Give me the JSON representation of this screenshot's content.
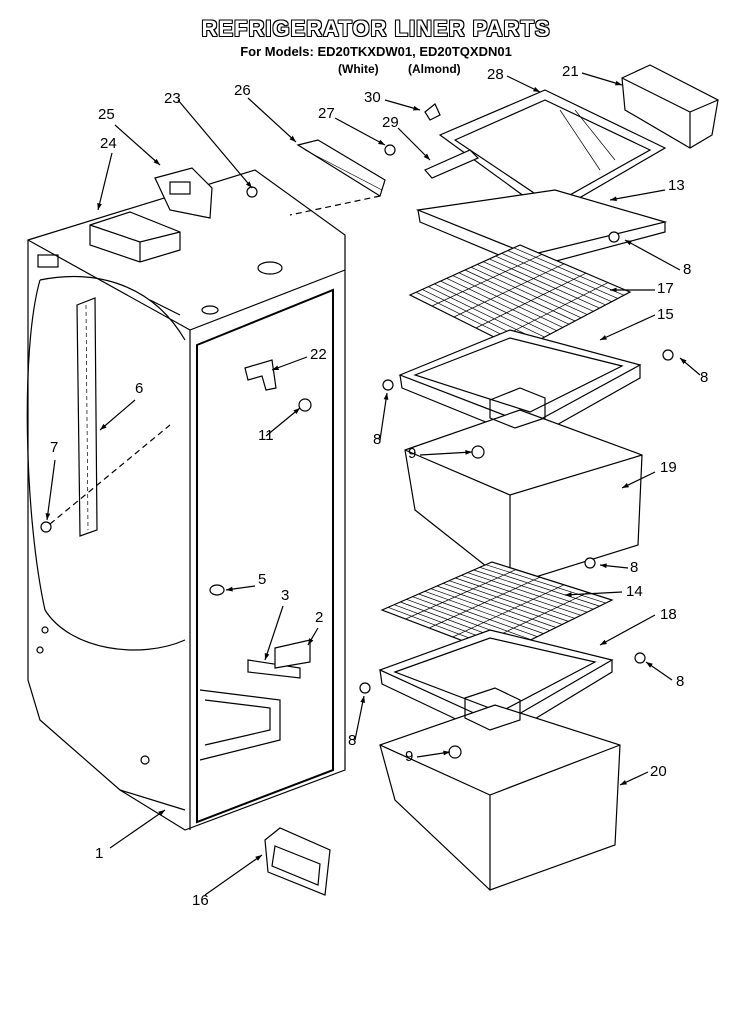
{
  "title": "REFRIGERATOR LINER PARTS",
  "models_line": "For Models: ED20TKXDW01, ED20TQXDN01",
  "finish_white": "(White)",
  "finish_almond": "(Almond)",
  "callouts": [
    "1",
    "2",
    "3",
    "5",
    "6",
    "7",
    "8",
    "8",
    "8",
    "8",
    "8",
    "8",
    "9",
    "9",
    "11",
    "13",
    "14",
    "15",
    "16",
    "17",
    "18",
    "19",
    "20",
    "21",
    "22",
    "23",
    "24",
    "25",
    "26",
    "27",
    "28",
    "29",
    "30"
  ]
}
